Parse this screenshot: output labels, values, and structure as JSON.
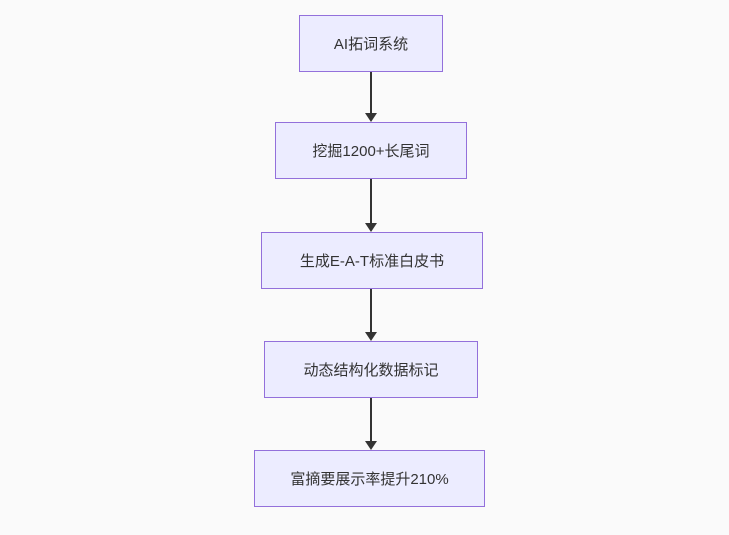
{
  "diagram": {
    "type": "flowchart",
    "direction": "top-to-bottom",
    "nodes": [
      {
        "label": "AI拓词系统"
      },
      {
        "label": "挖掘1200+长尾词"
      },
      {
        "label": "生成E-A-T标准白皮书"
      },
      {
        "label": "动态结构化数据标记"
      },
      {
        "label": "富摘要展示率提升210%"
      }
    ],
    "edges": [
      {
        "from": 0,
        "to": 1,
        "style": "arrow-down"
      },
      {
        "from": 1,
        "to": 2,
        "style": "arrow-down"
      },
      {
        "from": 2,
        "to": 3,
        "style": "arrow-down"
      },
      {
        "from": 3,
        "to": 4,
        "style": "arrow-down"
      }
    ],
    "colors": {
      "background": "#fafafa",
      "node_fill": "#ECECFF",
      "node_border": "#9370DB",
      "node_text": "#333333",
      "arrow": "#333333"
    }
  }
}
